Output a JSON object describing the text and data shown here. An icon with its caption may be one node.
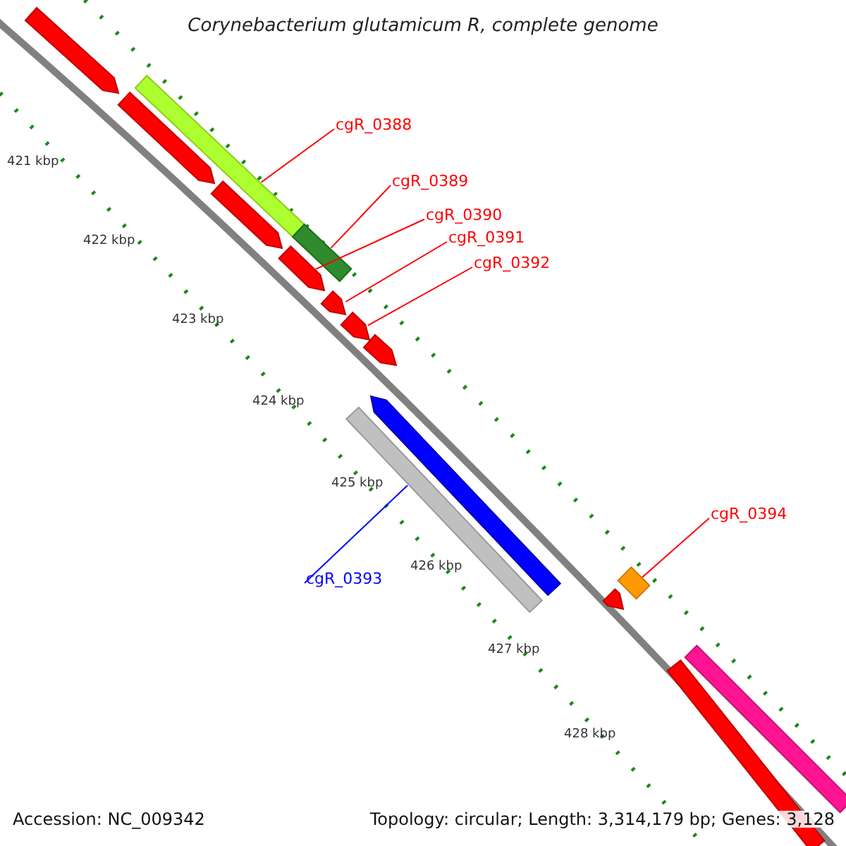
{
  "diagram": {
    "title": "Corynebacterium glutamicum R, complete genome",
    "nodes": [
      {
        "text": [
          "cgR_0388"
        ]
      },
      {
        "text": [
          "cgR_0389"
        ]
      },
      {
        "text": [
          "cgR_0390"
        ]
      },
      {
        "text": [
          "cgR_0391"
        ]
      },
      {
        "text": [
          "cgR_0392"
        ]
      },
      {
        "text": [
          "cgR_0393"
        ]
      },
      {
        "text": [
          "cgR_0394"
        ]
      },
      {
        "text": [],
        "shape": "bar"
      },
      {
        "text": [],
        "shape": "bar",
        "in": 7
      },
      {
        "text": [],
        "shape": "arrow"
      },
      {
        "text": [],
        "shape": "arrow"
      },
      {
        "text": [],
        "shape": "arrow"
      },
      {
        "text": [],
        "shape": "bar"
      },
      {
        "text": [],
        "shape": "box"
      },
      {
        "text": [],
        "shape": "arrow"
      },
      {
        "text": [],
        "shape": "arrow"
      },
      {
        "text": [],
        "shape": "arrow"
      },
      {
        "text": [],
        "shape": "arrow"
      },
      {
        "text": [],
        "shape": "arrow"
      },
      {
        "text": [],
        "shape": "bar"
      },
      {
        "text": [],
        "shape": "bar"
      },
      {
        "text": [],
        "shape": "arrow"
      }
    ],
    "edges": [
      {
        "from": 0,
        "to": 7,
        "arrow": "none",
        "color": "#ff0000"
      },
      {
        "from": 1,
        "to": 8,
        "arrow": "none",
        "color": "#ff0000"
      },
      {
        "from": 2,
        "to": 9,
        "arrow": "none",
        "color": "#ff0000"
      },
      {
        "from": 3,
        "to": 10,
        "arrow": "none",
        "color": "#ff0000"
      },
      {
        "from": 4,
        "to": 11,
        "arrow": "none",
        "color": "#ff0000"
      },
      {
        "from": 5,
        "to": 12,
        "arrow": "none",
        "color": "#0000ff"
      },
      {
        "from": 6,
        "to": 13,
        "arrow": "none",
        "color": "#ff0000"
      }
    ],
    "labels": [
      "421 kbp",
      "422 kbp",
      "423 kbp",
      "424 kbp",
      "425 kbp",
      "426 kbp",
      "427 kbp",
      "428 kbp",
      "Accession: NC_009342",
      "Topology: circular; Length: 3,314,179 bp; Genes: 3,128"
    ]
  }
}
